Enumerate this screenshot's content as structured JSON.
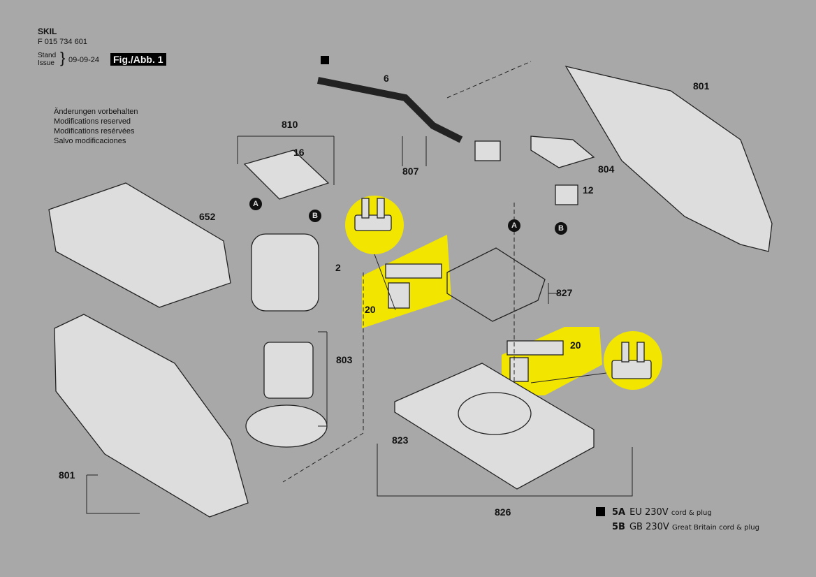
{
  "header": {
    "brand": "SKIL",
    "part_number": "F 015 734 601",
    "stand_label": "Stand",
    "issue_label": "Issue",
    "date": "09-09-24",
    "figure": "Fig./Abb. 1"
  },
  "notes": [
    "Änderungen vorbehalten",
    "Modifications reserved",
    "Modifications resérvées",
    "Salvo modificaciones"
  ],
  "part_labels": {
    "p6": "6",
    "p801_top": "801",
    "p810": "810",
    "p16": "16",
    "p807": "807",
    "p804": "804",
    "p12": "12",
    "p652": "652",
    "p2": "2",
    "p827": "827",
    "p20_left": "20",
    "p20_right": "20",
    "p803": "803",
    "p823": "823",
    "p801_bottom": "801",
    "p826": "826"
  },
  "connectors": {
    "a1": "A",
    "b1": "B",
    "a2": "A",
    "b2": "B"
  },
  "legend": [
    {
      "code": "5A",
      "desc": "EU 230V",
      "detail": "cord & plug"
    },
    {
      "code": "5B",
      "desc": "GB 230V",
      "detail": "Great Britain cord & plug"
    }
  ],
  "colors": {
    "highlight": "#f2e600",
    "background": "#a8a8a8"
  }
}
